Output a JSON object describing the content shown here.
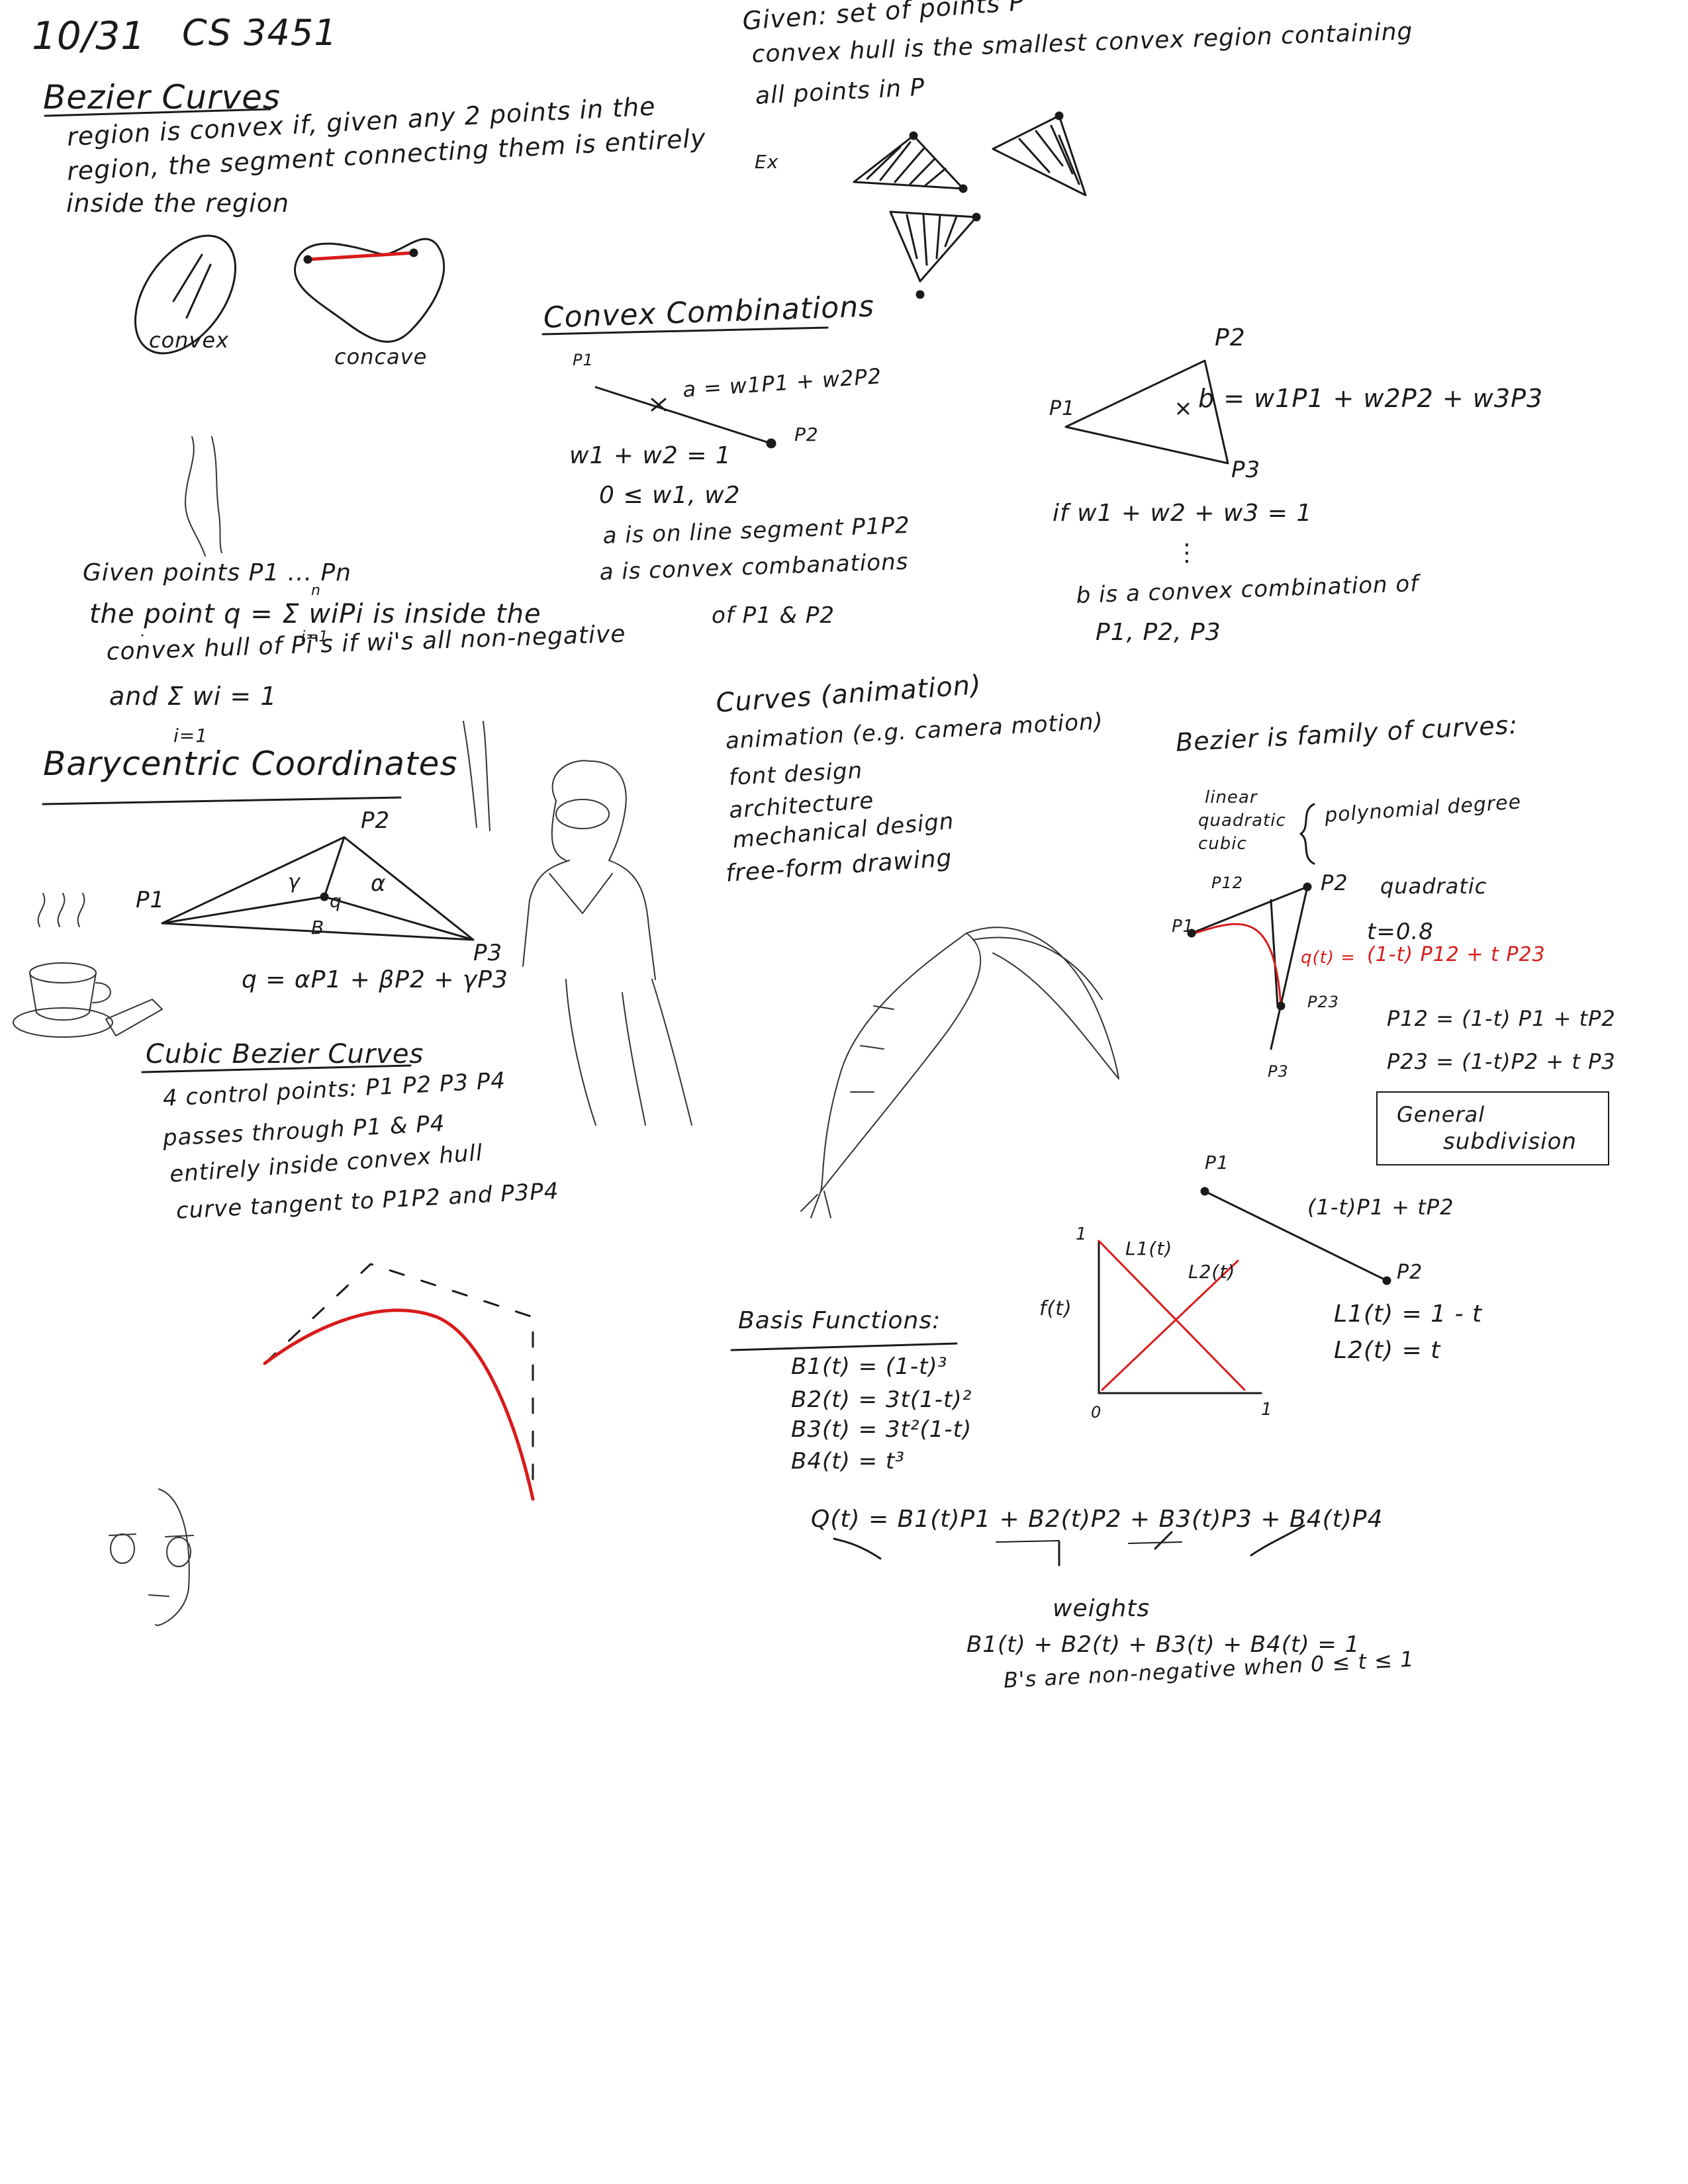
{
  "header": {
    "date": "10/31",
    "course": "CS 3451"
  },
  "bezier_curves": {
    "title": "Bezier Curves",
    "lines": [
      "region is convex if, given any 2 points in the",
      "region, the segment connecting them is entirely",
      "inside the region"
    ],
    "convex_label": "convex",
    "concave_label": "concave"
  },
  "convex_hull": {
    "lines": [
      "Given: set of points P",
      "convex hull is the smallest convex region containing",
      "all points in P"
    ],
    "ex_label": "Ex"
  },
  "convex_combinations": {
    "title": "Convex Combinations",
    "p1": "P1",
    "p2": "P2",
    "a_eq": "a = w1P1 + w2P2",
    "lines": [
      "w1 + w2 = 1",
      "0 ≤ w1, w2",
      "a is on line segment P1P2",
      "a is convex combanations",
      "of P1 & P2"
    ]
  },
  "triangle_combination": {
    "p1": "P1",
    "p2": "P2",
    "p3": "P3",
    "b_eq": "b = w1P1 + w2P2 + w3P3",
    "if_line": "if w1 + w2 + w3 = 1",
    "dots": "⋮",
    "result_lines": [
      "b is a convex combination of",
      "P1, P2, P3"
    ]
  },
  "given_points": {
    "lines": [
      "Given points P1 ... Pn",
      "the point q = Σ wiPi is inside the",
      "convex hull of Pi's if wi's all non-negative",
      "and Σ wi = 1"
    ],
    "sum_top": "n",
    "sum_bottom": "i=1"
  },
  "barycentric": {
    "title": "Barycentric Coordinates",
    "p1": "P1",
    "p2": "P2",
    "p3": "P3",
    "alpha": "α",
    "beta": "B",
    "gamma": "γ",
    "q": "q",
    "equation": "q = αP1 + βP2 + γP3"
  },
  "curves": {
    "title": "Curves (animation)",
    "items": [
      "animation (e.g. camera motion)",
      "font design",
      "architecture",
      "mechanical design",
      "free-form drawing"
    ]
  },
  "bezier_family": {
    "title": "Bezier is family of curves:",
    "types": [
      "linear",
      "quadratic",
      "cubic"
    ],
    "brace_label": "polynomial degree",
    "p1": "P1",
    "p2": "P2",
    "p3": "P3",
    "p12": "P12",
    "p23": "P23",
    "quadratic_label": "quadratic",
    "t_value": "t=0.8",
    "qt_label": "q(t) =",
    "qt_formula": "(1-t) P12 + t P23",
    "p12_eq": "P12 = (1-t) P1 + tP2",
    "p23_eq": "P23 = (1-t)P2 + t P3",
    "box_lines": [
      "General",
      "subdivision"
    ]
  },
  "cubic_bezier": {
    "title": "Cubic Bezier Curves",
    "lines": [
      "4 control points: P1 P2 P3 P4",
      "passes through P1 & P4",
      "entirely inside convex hull",
      "curve tangent to P1P2 and P3P4"
    ]
  },
  "linear_interp": {
    "p1": "P1",
    "p2": "P2",
    "formula": "(1-t)P1 + tP2",
    "l1": "L1(t) = 1 - t",
    "l2": "L2(t) = t"
  },
  "graph": {
    "ylabel": "f(t)",
    "l1_label": "L1(t)",
    "l2_label": "L2(t)",
    "y_tick": "1",
    "x_origin": "0",
    "x_tick": "1"
  },
  "basis": {
    "title": "Basis Functions:",
    "items": [
      "B1(t) = (1-t)³",
      "B2(t) = 3t(1-t)²",
      "B3(t) = 3t²(1-t)",
      "B4(t) = t³"
    ],
    "q_eq": "Q(t) = B1(t)P1 + B2(t)P2 + B3(t)P3 + B4(t)P4",
    "weights": "weights",
    "sum_eq": "B1(t) + B2(t) + B3(t) + B4(t) = 1",
    "nonneg": "B's are non-negative when 0 ≤ t ≤ 1"
  },
  "colors": {
    "ink": "#1a1a1a",
    "red": "#d81b1b",
    "paper": "#ffffff"
  }
}
